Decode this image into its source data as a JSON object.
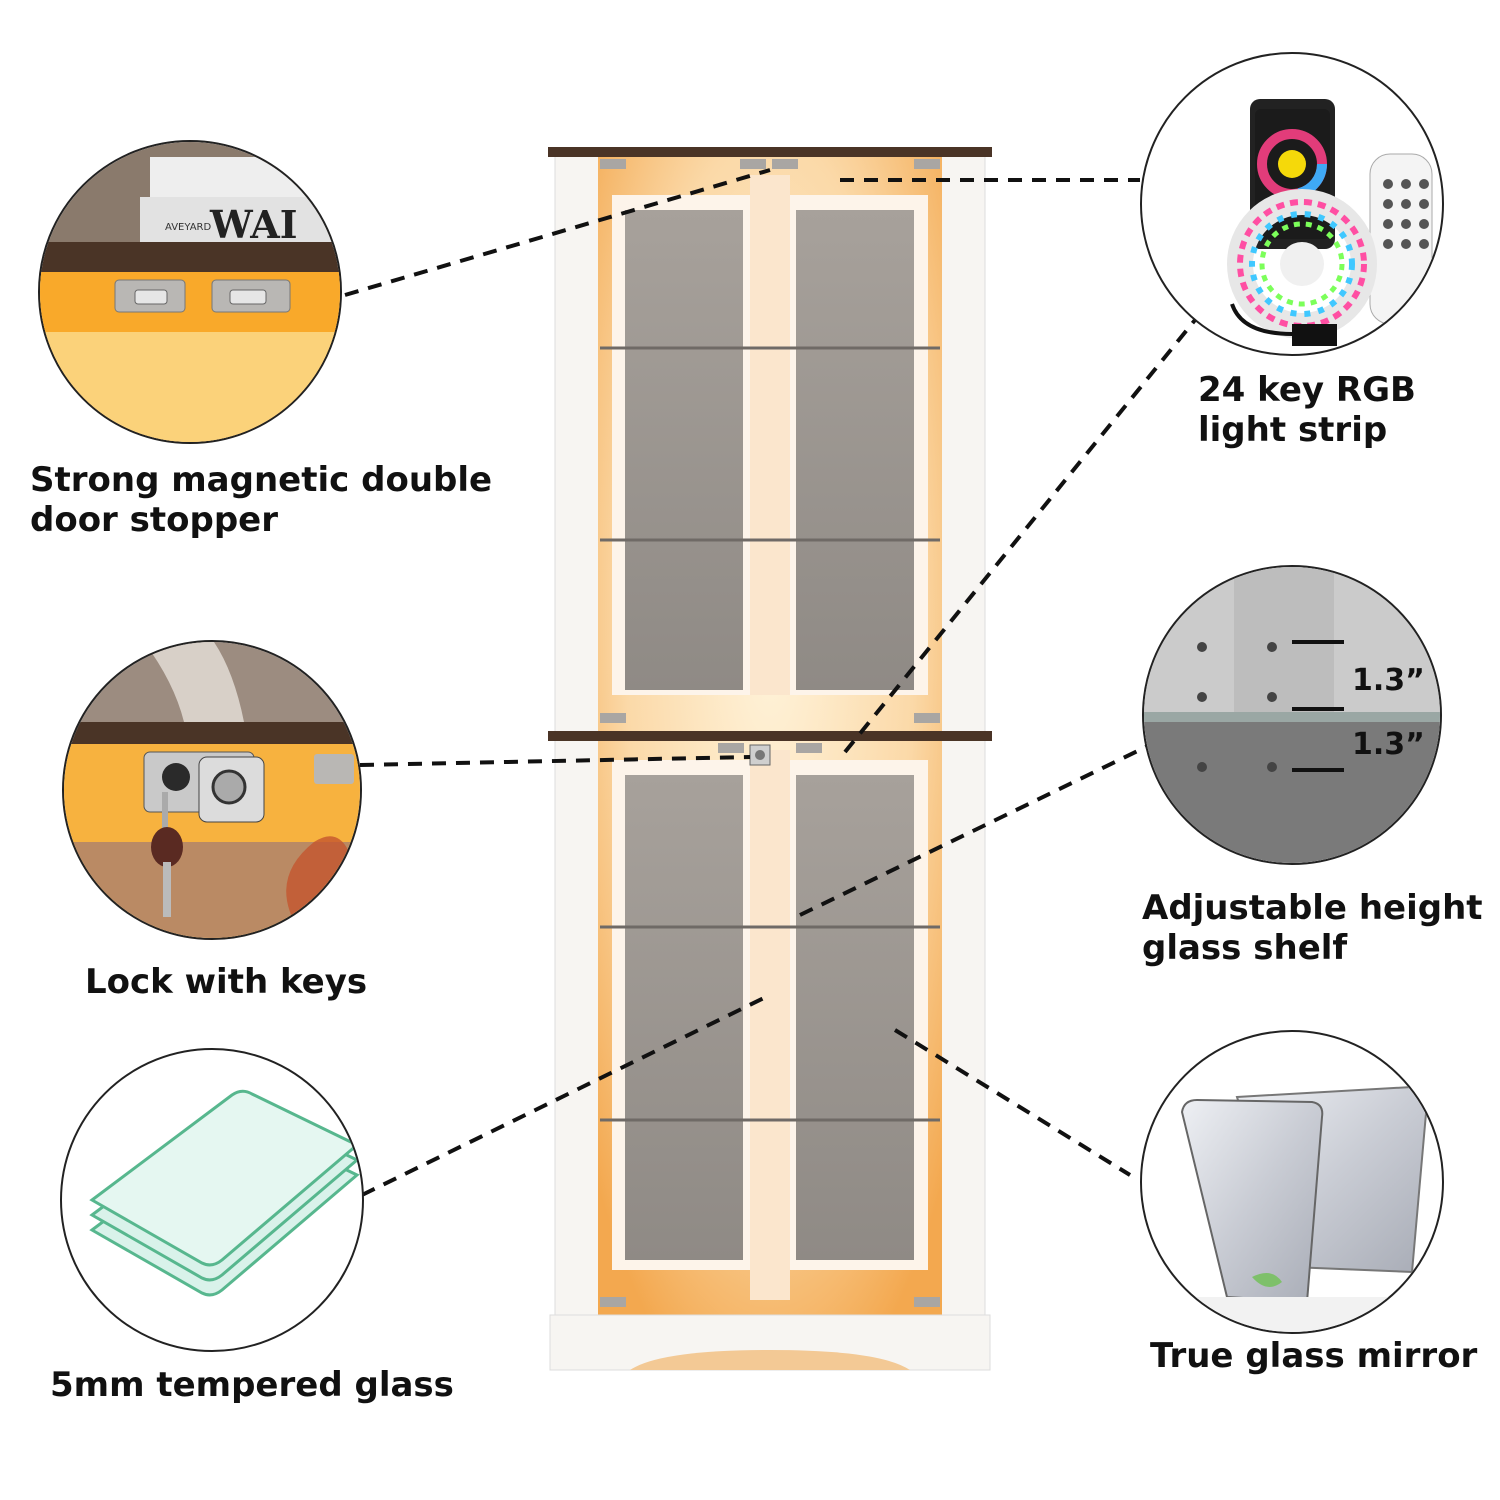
{
  "captions": {
    "stopper": "Strong magnetic double\ndoor stopper",
    "lock": "Lock with keys",
    "glass": "5mm tempered glass",
    "rgb": "24 key RGB\nlight strip",
    "shelf": "Adjustable height\n glass shelf",
    "mirror": "True glass mirror"
  },
  "shelf_dims": {
    "upper": "1.3”",
    "lower": "1.3”"
  },
  "stopper_book_text": {
    "small": "AVEYARD",
    "large": "WAI"
  },
  "colors": {
    "cabinet_white": "#f7f5f2",
    "wood_top": "#4a3426",
    "glow": "#f7b45a",
    "glass_gray": "#9b9690",
    "line": "#111111"
  }
}
